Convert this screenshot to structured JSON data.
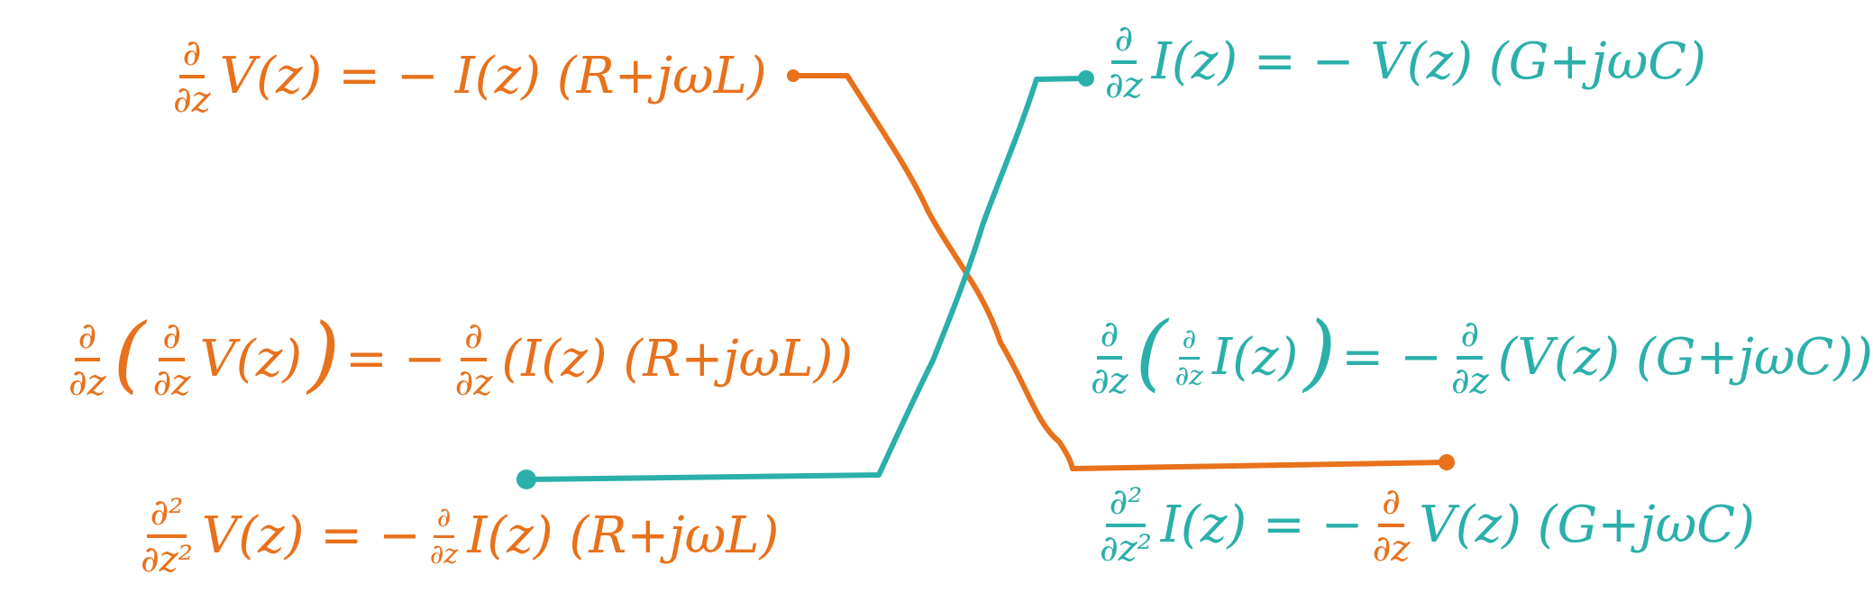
{
  "colors": {
    "orange": "#E8711C",
    "teal": "#2BAFAA"
  },
  "left": {
    "eq1": {
      "d_num": "∂",
      "d_den": "∂z",
      "body": "V(z) = − I(z) (R+jωL)"
    },
    "eq2": {
      "outer_num": "∂",
      "outer_den": "∂z",
      "lparen": "(",
      "inner_num": "∂",
      "inner_den": "∂z",
      "inner_body": "V(z)",
      "rparen": ")",
      "mid": "= −",
      "rhs_num": "∂",
      "rhs_den": "∂z",
      "rhs_body": "(I(z) (R+jωL))"
    },
    "eq3": {
      "d2_num": "∂²",
      "d2_den": "∂z²",
      "lhs_body": "V(z) = −",
      "rhs_num": "∂",
      "rhs_den": "∂z",
      "rhs_body": "I(z) (R+jωL)"
    }
  },
  "right": {
    "eq1": {
      "d_num": "∂",
      "d_den": "∂z",
      "body": "I(z) = − V(z) (G+jωC)"
    },
    "eq2": {
      "outer_num": "∂",
      "outer_den": "∂z",
      "lparen": "(",
      "inner_num": "∂",
      "inner_den": "∂z",
      "inner_body": "I(z)",
      "rparen": ")",
      "mid": "= −",
      "rhs_num": "∂",
      "rhs_den": "∂z",
      "rhs_body": "(V(z) (G+jωC))"
    },
    "eq3": {
      "d2_num": "∂²",
      "d2_den": "∂z²",
      "lhs_body": "I(z) = −",
      "rhs_num": "∂",
      "rhs_den": "∂z",
      "rhs_body": "V(z) (G+jωC)"
    }
  }
}
